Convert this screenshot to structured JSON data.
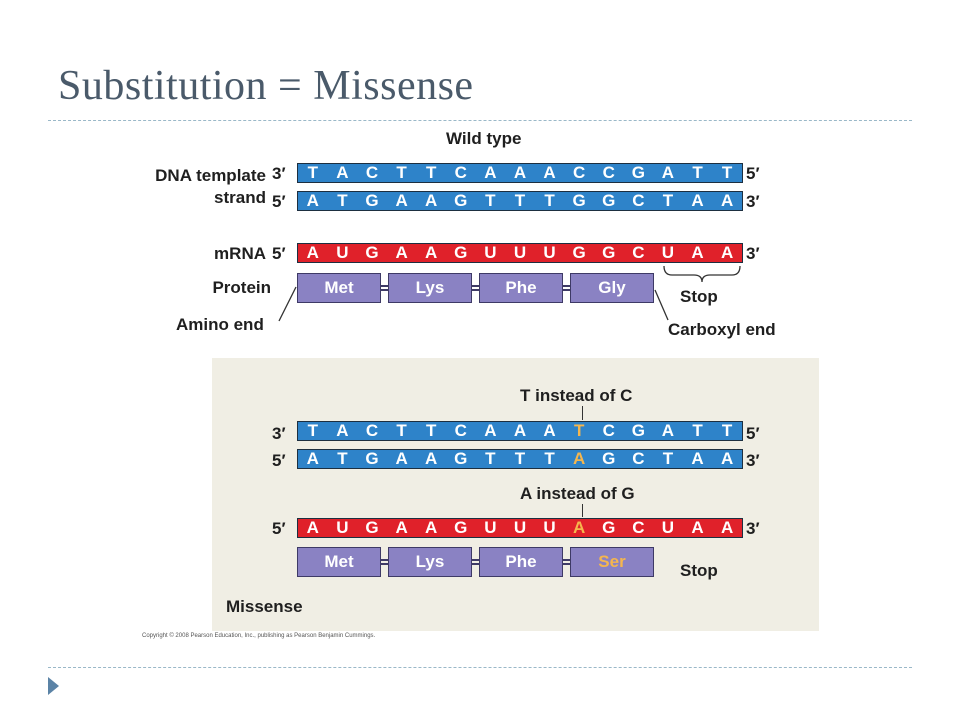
{
  "title": "Substitution = Missense",
  "wild_type": {
    "heading": "Wild type",
    "dna_template_label": "DNA template",
    "strand_label": "strand",
    "mrna_label": "mRNA",
    "protein_label": "Protein",
    "amino_end_label": "Amino end",
    "carboxyl_end_label": "Carboxyl end",
    "stop_label": "Stop",
    "template_ends": [
      "3′",
      "5′"
    ],
    "coding_ends": [
      "5′",
      "3′"
    ],
    "mrna_ends": [
      "5′",
      "3′"
    ],
    "template_seq": [
      "T",
      "A",
      "C",
      "T",
      "T",
      "C",
      "A",
      "A",
      "A",
      "C",
      "C",
      "G",
      "A",
      "T",
      "T"
    ],
    "coding_seq": [
      "A",
      "T",
      "G",
      "A",
      "A",
      "G",
      "T",
      "T",
      "T",
      "G",
      "G",
      "C",
      "T",
      "A",
      "A"
    ],
    "mrna_seq": [
      "A",
      "U",
      "G",
      "A",
      "A",
      "G",
      "U",
      "U",
      "U",
      "G",
      "G",
      "C",
      "U",
      "A",
      "A"
    ],
    "protein": [
      "Met",
      "Lys",
      "Phe",
      "Gly"
    ]
  },
  "mutant": {
    "template_note": "T instead of C",
    "coding_note": "A instead of G",
    "caption": "Missense",
    "stop_label": "Stop",
    "template_ends": [
      "3′",
      "5′"
    ],
    "coding_ends": [
      "5′",
      "3′"
    ],
    "mrna_ends": [
      "5′",
      "3′"
    ],
    "template_seq": [
      "T",
      "A",
      "C",
      "T",
      "T",
      "C",
      "A",
      "A",
      "A",
      "T",
      "C",
      "G",
      "A",
      "T",
      "T"
    ],
    "coding_seq": [
      "A",
      "T",
      "G",
      "A",
      "A",
      "G",
      "T",
      "T",
      "T",
      "A",
      "G",
      "C",
      "T",
      "A",
      "A"
    ],
    "mrna_seq": [
      "A",
      "U",
      "G",
      "A",
      "A",
      "G",
      "U",
      "U",
      "U",
      "A",
      "G",
      "C",
      "U",
      "A",
      "A"
    ],
    "protein": [
      "Met",
      "Lys",
      "Phe",
      "Ser"
    ],
    "mutated_base_index": 9,
    "mutated_residue_index": 3
  },
  "credit": "Copyright © 2008 Pearson Education, Inc., publishing as Pearson Benjamin Cummings.",
  "colors": {
    "dna_strand": "#2e83c9",
    "mrna_strand": "#e0212a",
    "amino_acid": "#8a82c3",
    "mutation_highlight": "#f5b64e",
    "mutant_panel": "#f0eee4"
  }
}
